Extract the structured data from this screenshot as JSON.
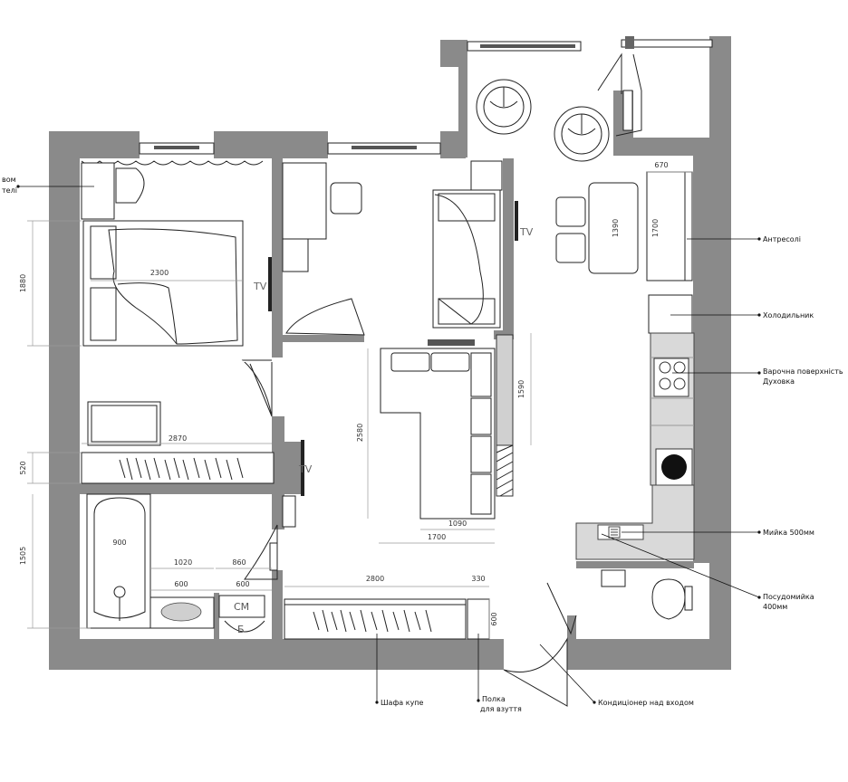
{
  "dimensions": {
    "d1880": "1880",
    "d2300": "2300",
    "d2870": "2870",
    "d520": "520",
    "d1505": "1505",
    "d900": "900",
    "d1020": "1020",
    "d860": "860",
    "d600a": "600",
    "d600b": "600",
    "d2800": "2800",
    "d330": "330",
    "d600c": "600",
    "d2580": "2580",
    "d1590": "1590",
    "d1090": "1090",
    "d1700a": "1700",
    "d1390": "1390",
    "d1700b": "1700",
    "d670": "670"
  },
  "tv_marks": {
    "tv1": "TV",
    "tv2": "TV",
    "tv3": "TV"
  },
  "appliance_marks": {
    "washer": "СМ",
    "boiler": "Б"
  },
  "labels": {
    "left_top_line1": "вом",
    "left_top_line2": "телі",
    "antresoli": "Антресолі",
    "fridge": "Холодильник",
    "hob_line1": "Варочна поверхність",
    "hob_line2": "Духовка",
    "sink": "Мийка 500мм",
    "dishwasher_line1": "Посудомийка",
    "dishwasher_line2": "400мм",
    "wardrobe": "Шафа купе",
    "shelf_line1": "Полка",
    "shelf_line2": "для взуття",
    "ac": "Кондиціонер над входом"
  },
  "colors": {
    "wall": "#8a8a8a",
    "floor": "#ffffff",
    "counter": "#d9d9d9"
  }
}
